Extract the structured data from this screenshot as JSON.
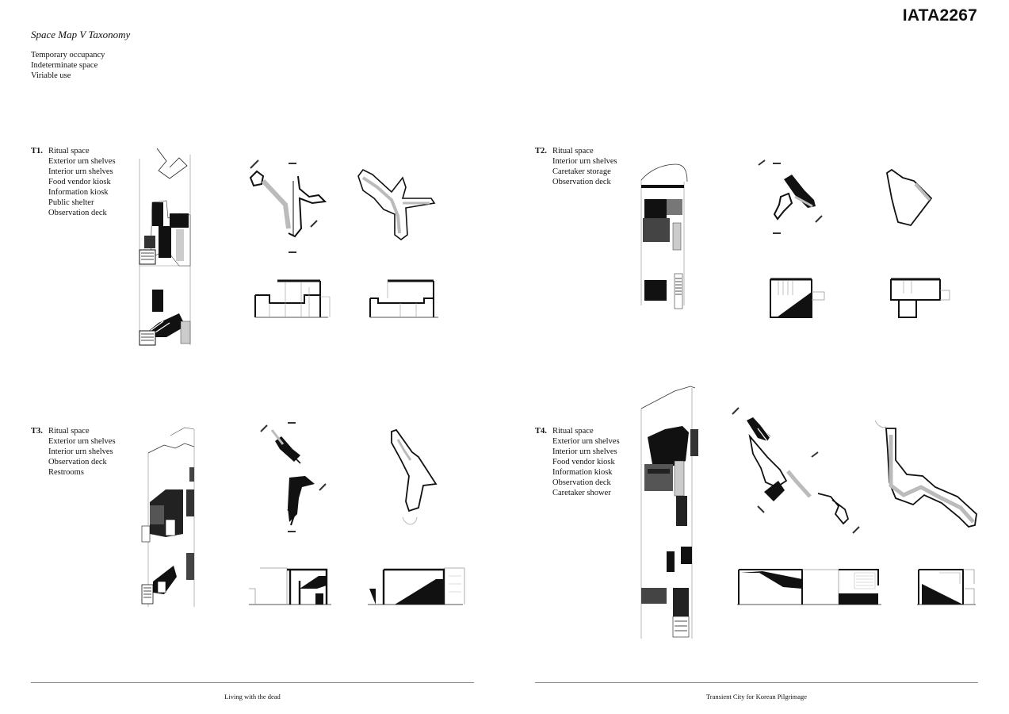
{
  "header": {
    "project_code": "IATA2267",
    "sheet_title": "Space Map V Taxonomy",
    "subtitles": [
      "Temporary occupancy",
      "Indeterminate space",
      "Viriable use"
    ]
  },
  "types": [
    {
      "label": "T1.",
      "items": [
        "Ritual space",
        "Exterior urn shelves",
        "Interior urn shelves",
        "Food vendor kiosk",
        "Information kiosk",
        "Public shelter",
        "Observation deck"
      ]
    },
    {
      "label": "T2.",
      "items": [
        "Ritual space",
        "Interior urn shelves",
        "Caretaker storage",
        "Observation deck"
      ]
    },
    {
      "label": "T3.",
      "items": [
        "Ritual space",
        "Exterior urn shelves",
        "Interior urn shelves",
        "Observation deck",
        "Restrooms"
      ]
    },
    {
      "label": "T4.",
      "items": [
        "Ritual space",
        "Exterior urn shelves",
        "Interior urn shelves",
        "Food vendor kiosk",
        "Information kiosk",
        "Observation deck",
        "Caretaker shower"
      ]
    }
  ],
  "footer": {
    "left_caption": "Living with the dead",
    "right_caption": "Transient City for Korean Pilgrimage"
  }
}
